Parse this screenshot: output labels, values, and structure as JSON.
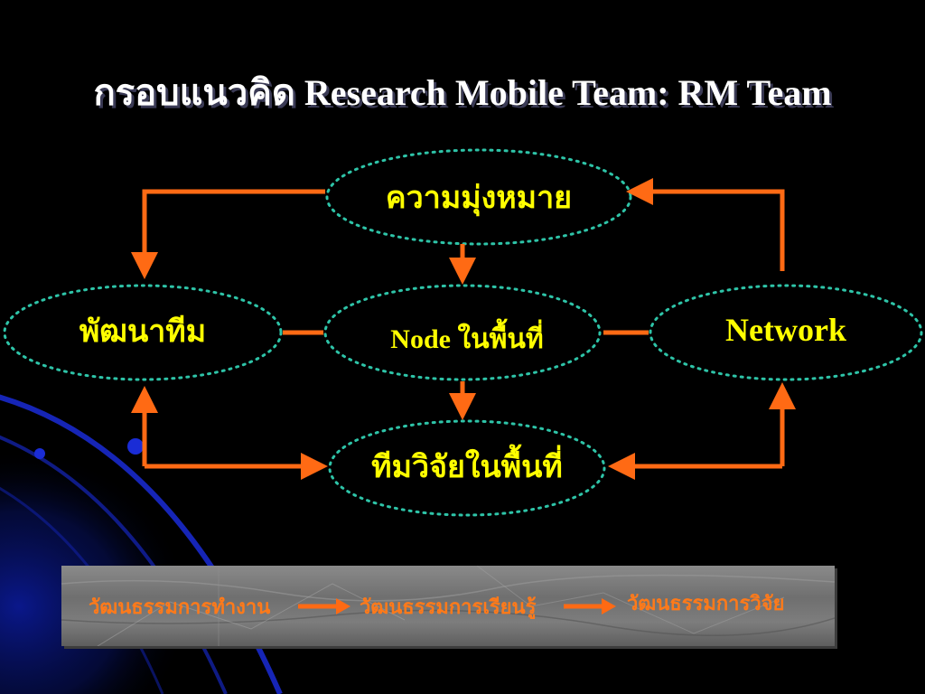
{
  "slide": {
    "title": "กรอบแนวคิด Research Mobile Team: RM Team",
    "colors": {
      "background": "#000000",
      "title_text": "#ffffff",
      "node_text": "#ffff00",
      "node_border": "#2ec4a8",
      "arrow": "#ff6a14",
      "strip_text": "#ff7a1a",
      "decor_blue": "#1a2cd6"
    }
  },
  "diagram": {
    "nodes": {
      "goal": "ความมุ่งหมาย",
      "team_dev": "พัฒนาทีม",
      "node_area": "Node ในพื้นที่",
      "network": "Network",
      "research_team": "ทีมวิจัยในพื้นที่"
    }
  },
  "culture_strip": {
    "items": [
      "วัฒนธรรมการทำงาน",
      "วัฒนธรรมการเรียนรู้",
      "วัฒนธรรมการวิจัย"
    ]
  }
}
